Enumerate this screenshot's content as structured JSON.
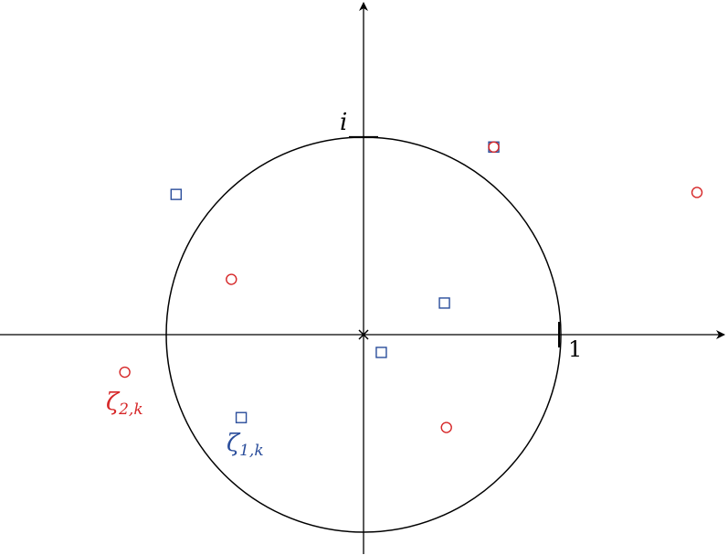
{
  "axis_labels": {
    "imaginary_unit": "i",
    "real_unit": "1"
  },
  "labels": {
    "zeta_1": {
      "symbol": "ζ",
      "subscript": "1,k"
    },
    "zeta_2": {
      "symbol": "ζ",
      "subscript": "2,k"
    }
  },
  "colors": {
    "axis": "#000000",
    "circle": "#000000",
    "series_1": "#2a4d9b",
    "series_2": "#d62728"
  },
  "chart_data": {
    "type": "scatter",
    "xlim": [
      -1.85,
      1.85
    ],
    "ylim": [
      -1.1,
      1.7
    ],
    "unit_circle_radius": 1,
    "origin_marker": "cross",
    "grid": false,
    "series": [
      {
        "marker": "square",
        "color": "#2a4d9b",
        "points": [
          [
            -0.95,
            0.71
          ],
          [
            0.66,
            0.95
          ],
          [
            0.41,
            0.16
          ],
          [
            0.09,
            -0.09
          ],
          [
            -0.62,
            -0.42
          ]
        ]
      },
      {
        "marker": "circle",
        "color": "#d62728",
        "points": [
          [
            -0.67,
            0.28
          ],
          [
            0.66,
            0.95
          ],
          [
            1.69,
            0.72
          ],
          [
            -1.21,
            -0.19
          ],
          [
            0.42,
            -0.47
          ]
        ]
      }
    ]
  }
}
